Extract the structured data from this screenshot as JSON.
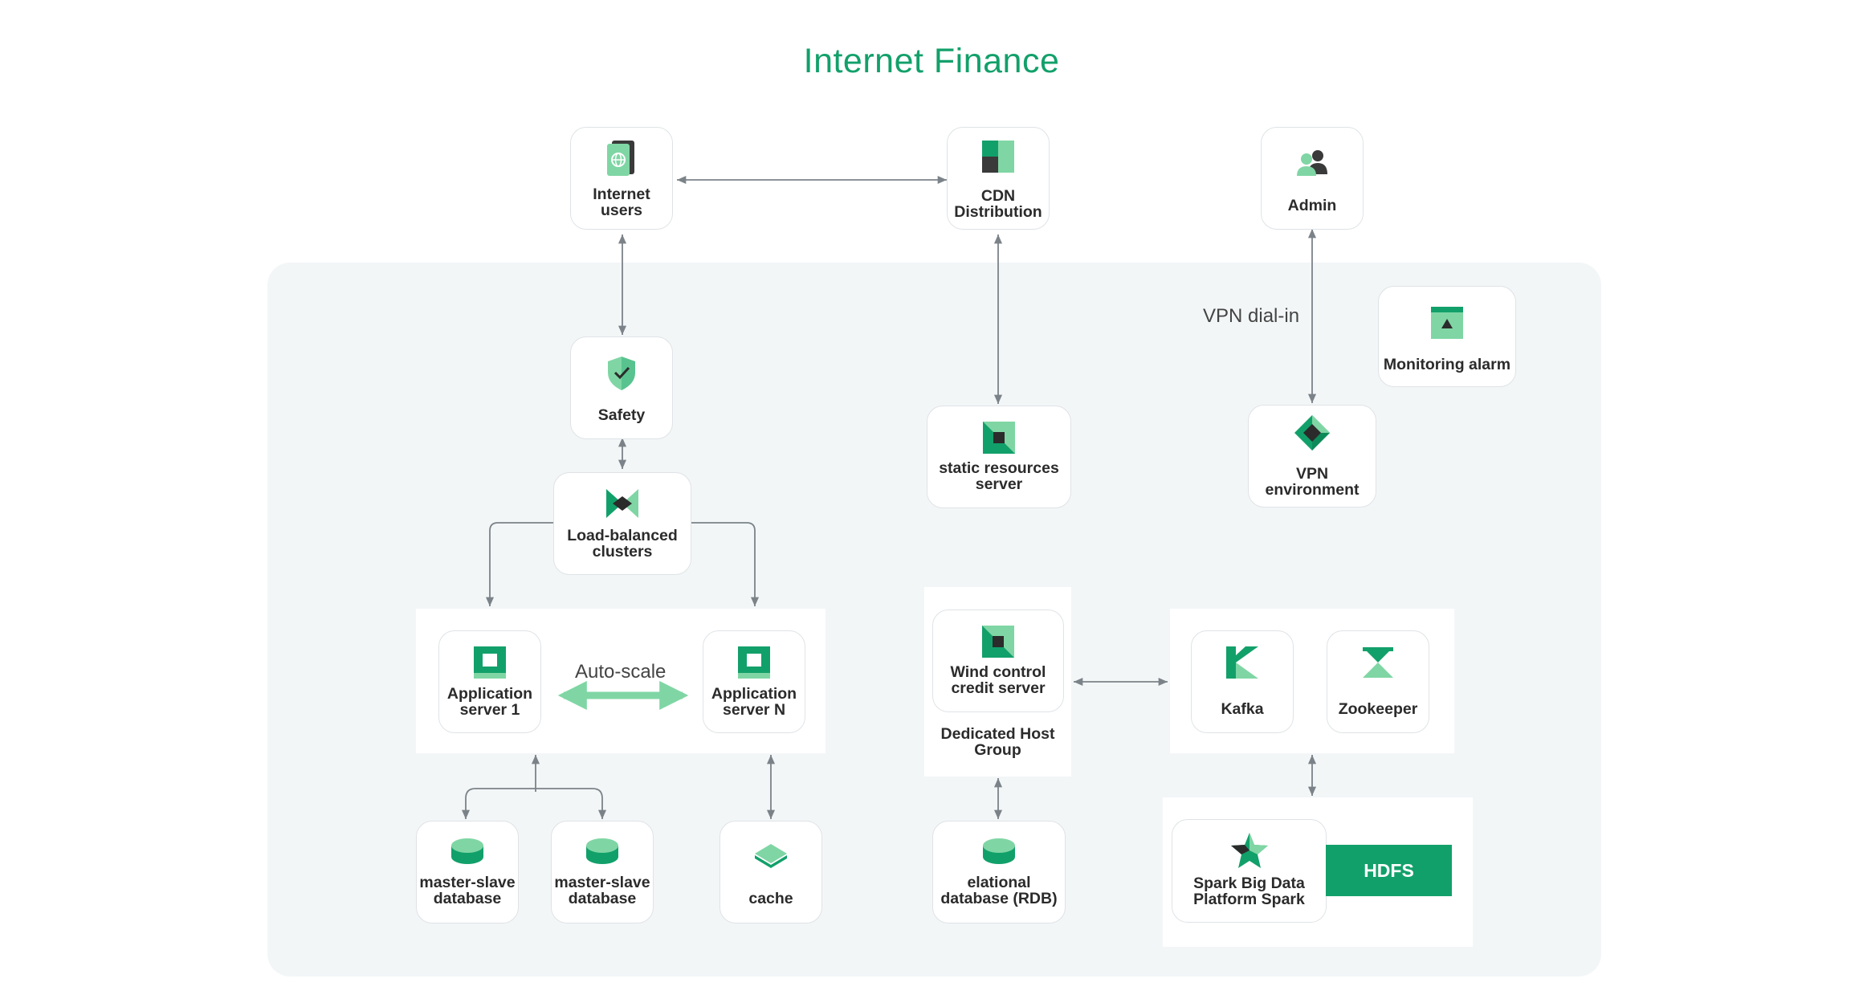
{
  "title": "Internet Finance",
  "colors": {
    "accent": "#12a06a",
    "light_green": "#7fd6a4",
    "dark": "#3a3a3a"
  },
  "nodes": {
    "internet_users": {
      "label": "Internet\nusers",
      "icon": "globe-device-icon"
    },
    "cdn": {
      "label": "CDN\nDistribution",
      "icon": "cdn-icon"
    },
    "admin": {
      "label": "Admin",
      "icon": "users-icon"
    },
    "safety": {
      "label": "Safety",
      "icon": "shield-icon"
    },
    "static_server": {
      "label": "static resources\nserver",
      "icon": "server-icon"
    },
    "monitoring": {
      "label": "Monitoring alarm",
      "icon": "alarm-icon"
    },
    "vpn_env": {
      "label": "VPN\nenvironment",
      "icon": "vpn-icon"
    },
    "load_balancer": {
      "label": "Load-balanced\nclusters",
      "icon": "load-balancer-icon"
    },
    "app_server_1": {
      "label": "Application\nserver 1",
      "icon": "app-server-icon"
    },
    "app_server_n": {
      "label": "Application\nserver N",
      "icon": "app-server-icon"
    },
    "wind_control": {
      "label": "Wind control\ncredit server",
      "icon": "server-icon"
    },
    "kafka": {
      "label": "Kafka",
      "icon": "kafka-icon"
    },
    "zookeeper": {
      "label": "Zookeeper",
      "icon": "zookeeper-icon"
    },
    "db_1": {
      "label": "master-slave\ndatabase",
      "icon": "database-icon"
    },
    "db_2": {
      "label": "master-slave\ndatabase",
      "icon": "database-icon"
    },
    "cache": {
      "label": "cache",
      "icon": "cache-icon"
    },
    "rdb": {
      "label": "elational\ndatabase (RDB)",
      "icon": "database-icon"
    },
    "spark": {
      "label": "Spark  Big Data\nPlatform Spark",
      "icon": "spark-star-icon"
    }
  },
  "labels": {
    "vpn_dial_in": "VPN dial-in",
    "auto_scale": "Auto-scale",
    "dedicated_host_group": "Dedicated Host\nGroup",
    "hdfs": "HDFS"
  }
}
